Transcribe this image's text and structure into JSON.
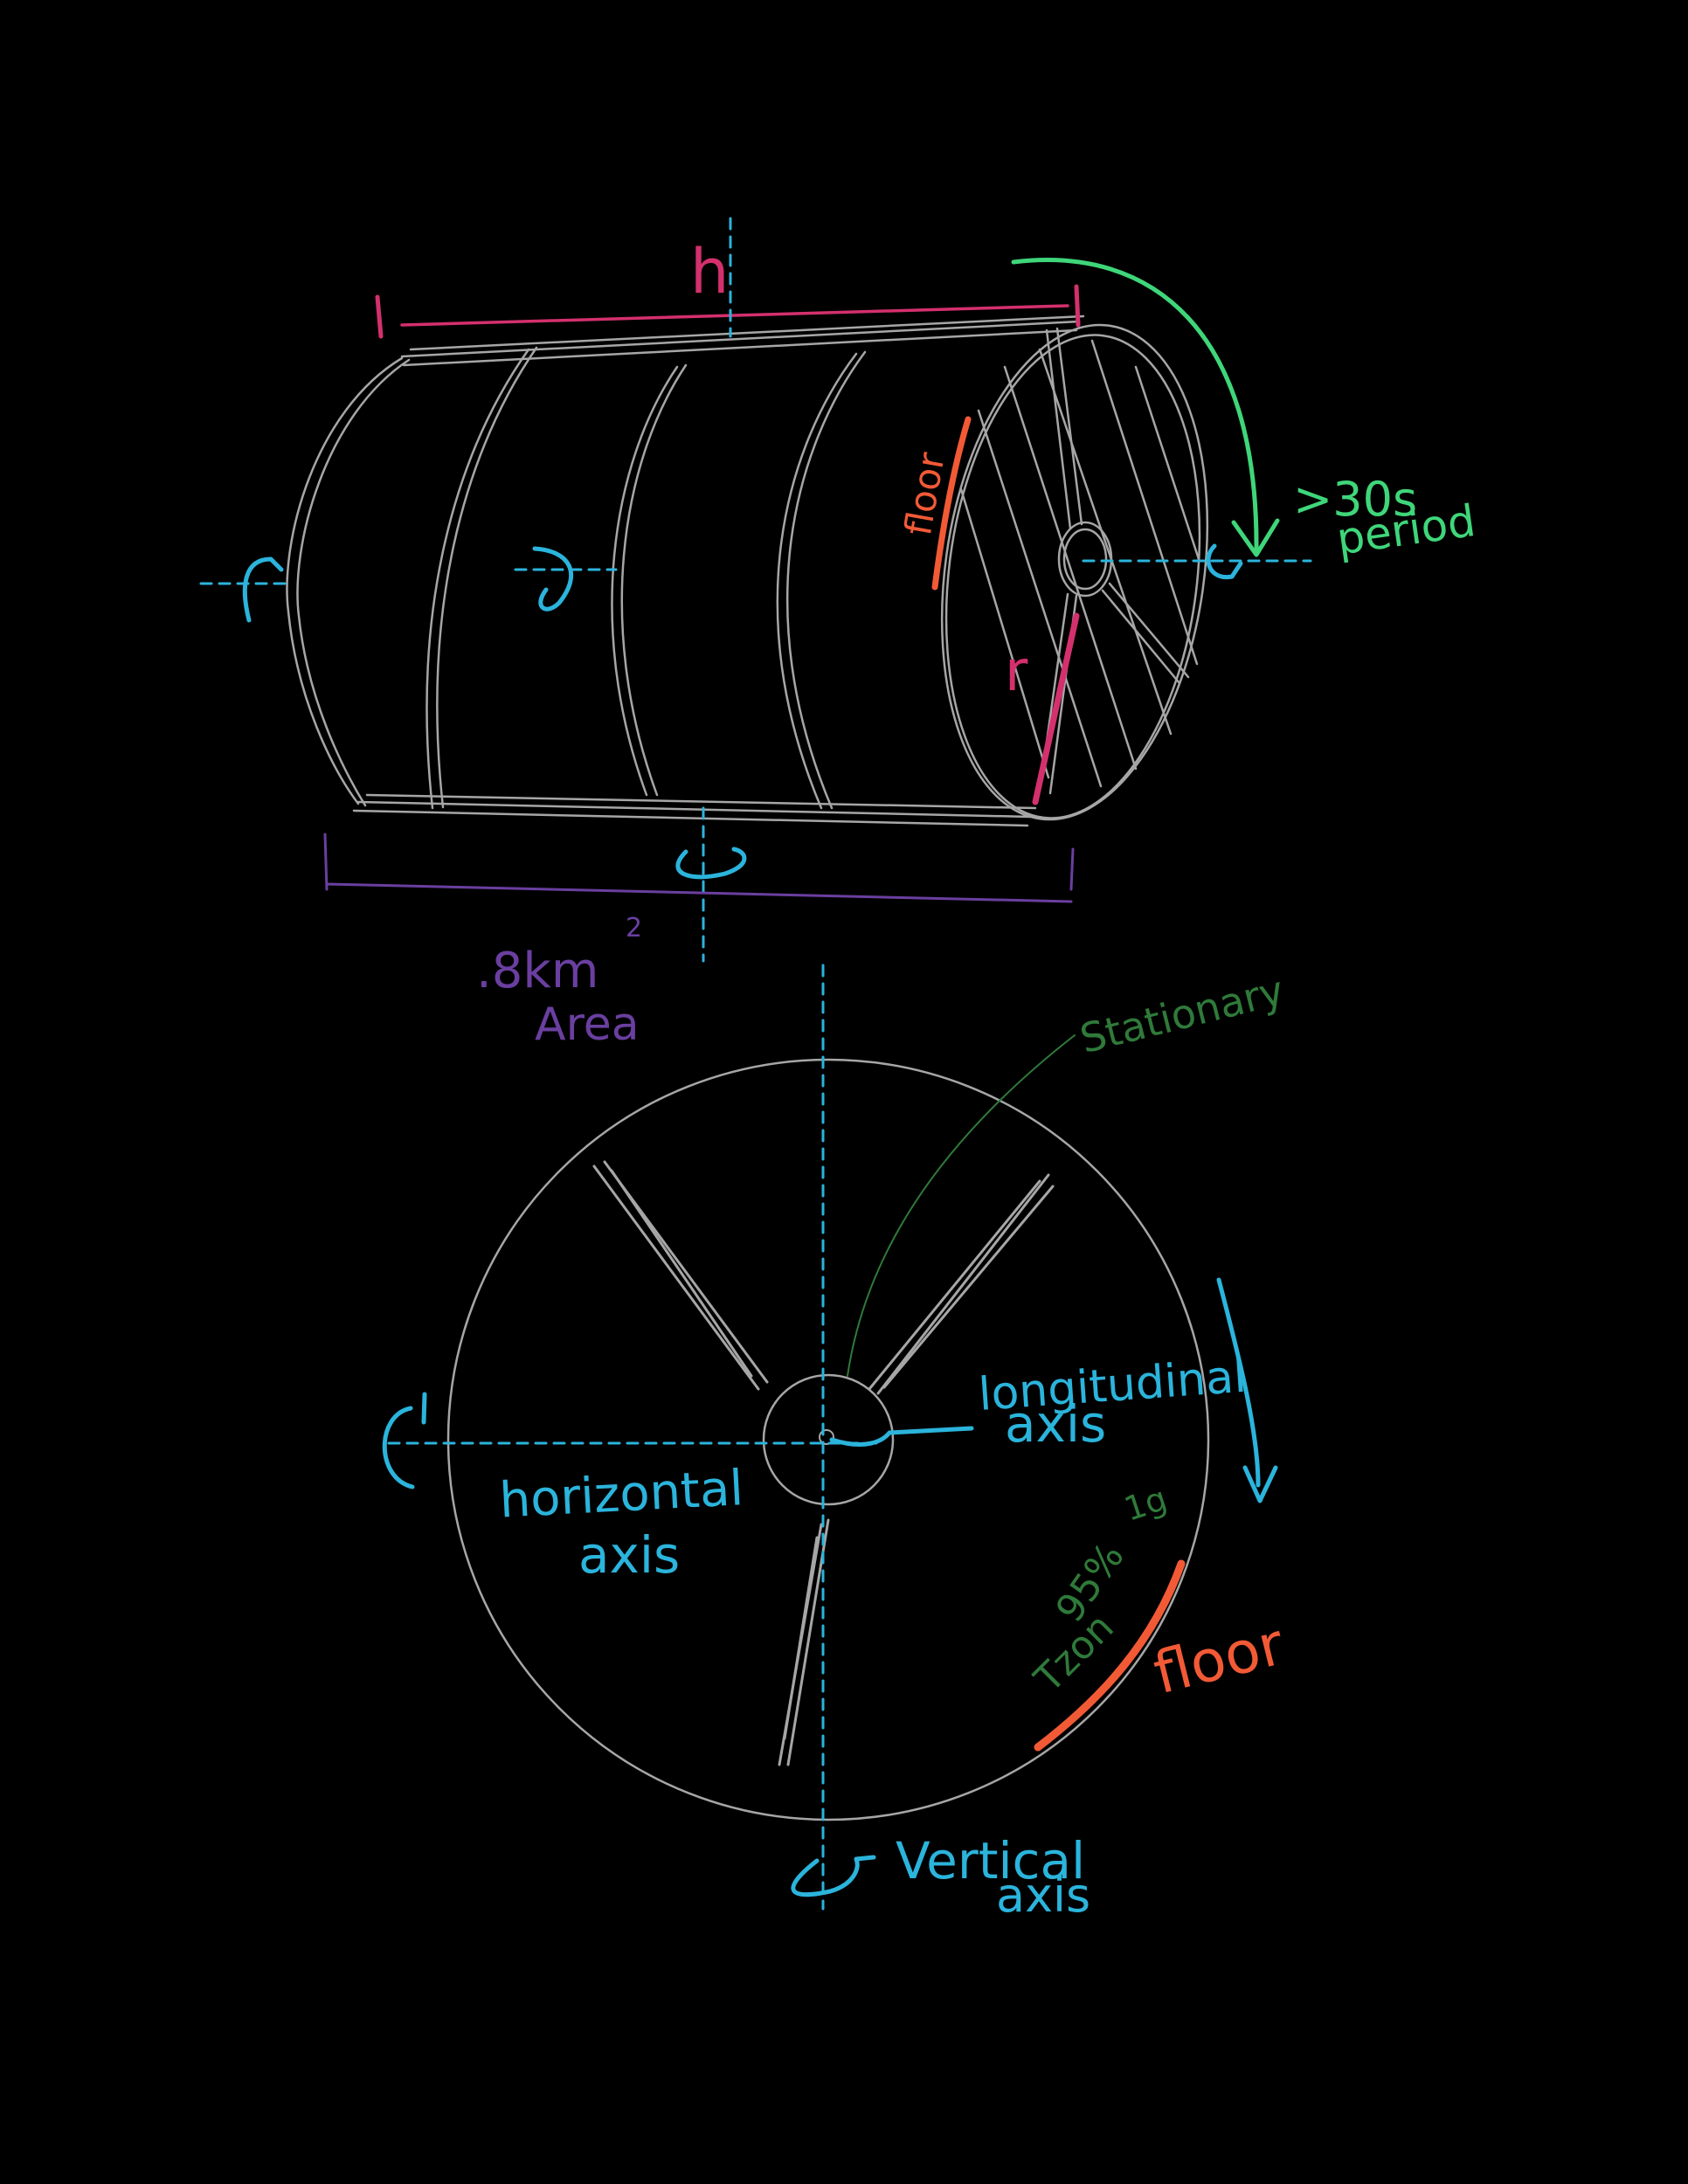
{
  "colors": {
    "background": "#000000",
    "sketch": "#a6a6a6",
    "axis": "#2bb4dc",
    "dimension": "#d4306e",
    "floor": "#f25a36",
    "rotation": "#3fd67a",
    "area": "#6a3fa0",
    "annotation": "#2f7a3a"
  },
  "labels": {
    "height": "h",
    "radius": "r",
    "floor_top": "floor",
    "floor_bottom": "floor",
    "period": ">30s",
    "period_word": "period",
    "area_value": ".8km",
    "area_exp": "2",
    "area_word": "Area",
    "stationary": "Stationary",
    "longitudinal_1": "longitudinal",
    "longitudinal_2": "axis",
    "horizontal_1": "horizontal",
    "horizontal_2": "axis",
    "vertical_1": "Vertical",
    "vertical_2": "axis",
    "gravity": "1g",
    "percent": "95%",
    "zone": "Tzon"
  },
  "icons": [
    "rotation-arrow-icon",
    "direction-arrow-icon"
  ]
}
